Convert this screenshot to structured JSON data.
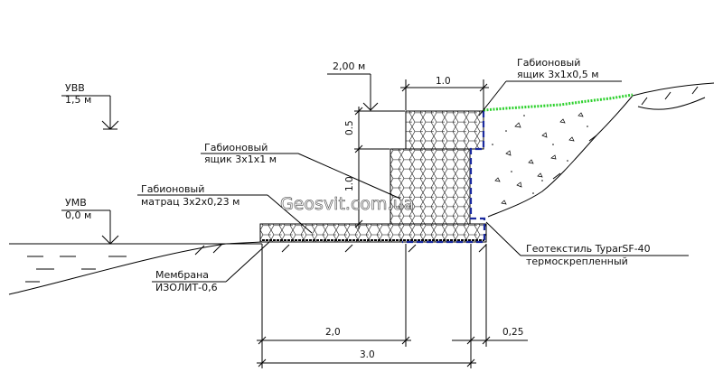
{
  "labels": {
    "uvv_title": "УВВ",
    "uvv_value": "1,5 м",
    "umv_title": "УМВ",
    "umv_value": "0,0 м",
    "height_tag": "2,00 м",
    "top_box_line1": "Габионовый",
    "top_box_line2": "ящик 3х1х0,5 м",
    "mid_box_line1": "Габионовый",
    "mid_box_line2": "ящик 3х1х1 м",
    "mattress_line1": "Габионовый",
    "mattress_line2": "матрац 3х2х0,23 м",
    "membrane_line1": "Мембрана",
    "membrane_line2": "ИЗОЛИТ-0,6",
    "geotextile_line1": "Геотекстиль TyparSF-40",
    "geotextile_line2": "термоскрепленный",
    "watermark": "Geosvit.com.ua"
  },
  "dimensions": {
    "top_width": "1.0",
    "top_height": "0.5",
    "mid_height": "1.0",
    "base_width": "2,0",
    "total_width": "3.0",
    "offset": "0,25"
  },
  "colors": {
    "line": "#000000",
    "geotextile": "#1a2a9e",
    "grass": "#2fd12f",
    "gabion_fill": "#ffffff"
  }
}
